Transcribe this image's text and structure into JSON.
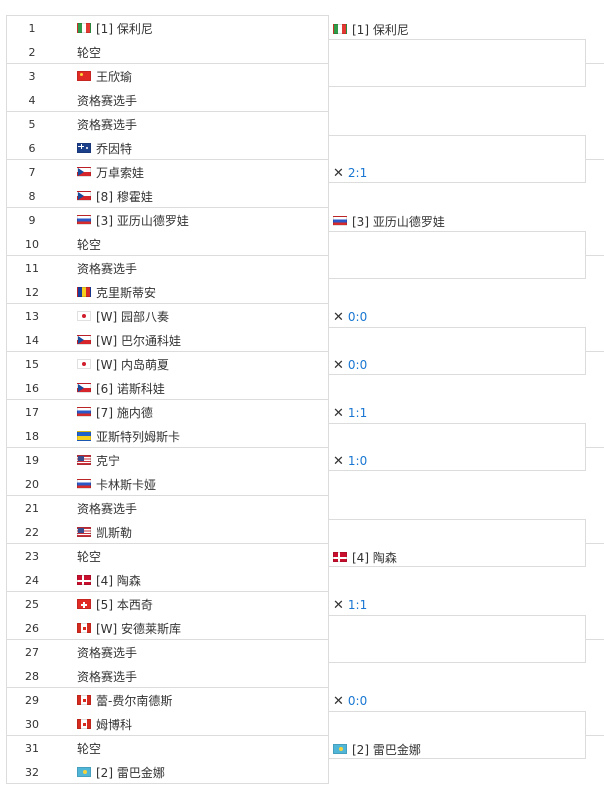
{
  "draw": [
    {
      "seed": "1",
      "flag": "it",
      "name": "[1] 保利尼"
    },
    {
      "seed": "2",
      "flag": "",
      "name": "轮空"
    },
    {
      "seed": "3",
      "flag": "cn",
      "name": "王欣瑜"
    },
    {
      "seed": "4",
      "flag": "",
      "name": "资格赛选手"
    },
    {
      "seed": "5",
      "flag": "",
      "name": "资格赛选手"
    },
    {
      "seed": "6",
      "flag": "au",
      "name": "乔因特"
    },
    {
      "seed": "7",
      "flag": "cz",
      "name": "万卓索娃"
    },
    {
      "seed": "8",
      "flag": "cz",
      "name": "[8] 穆霍娃"
    },
    {
      "seed": "9",
      "flag": "ru",
      "name": "[3] 亚历山德罗娃"
    },
    {
      "seed": "10",
      "flag": "",
      "name": "轮空"
    },
    {
      "seed": "11",
      "flag": "",
      "name": "资格赛选手"
    },
    {
      "seed": "12",
      "flag": "ro",
      "name": "克里斯蒂安"
    },
    {
      "seed": "13",
      "flag": "jp",
      "name": "[W] 园部八奏"
    },
    {
      "seed": "14",
      "flag": "cz",
      "name": "[W] 巴尔通科娃"
    },
    {
      "seed": "15",
      "flag": "jp",
      "name": "[W] 内岛萌夏"
    },
    {
      "seed": "16",
      "flag": "cz",
      "name": "[6] 诺斯科娃"
    },
    {
      "seed": "17",
      "flag": "ru",
      "name": "[7] 施内德"
    },
    {
      "seed": "18",
      "flag": "ua",
      "name": "亚斯特列姆斯卡"
    },
    {
      "seed": "19",
      "flag": "us",
      "name": "克宁"
    },
    {
      "seed": "20",
      "flag": "ru",
      "name": "卡林斯卡娅"
    },
    {
      "seed": "21",
      "flag": "",
      "name": "资格赛选手"
    },
    {
      "seed": "22",
      "flag": "us",
      "name": "凯斯勒"
    },
    {
      "seed": "23",
      "flag": "",
      "name": "轮空"
    },
    {
      "seed": "24",
      "flag": "dk",
      "name": "[4] 陶森"
    },
    {
      "seed": "25",
      "flag": "ch",
      "name": "[5] 本西奇"
    },
    {
      "seed": "26",
      "flag": "ca",
      "name": "[W] 安德莱斯库"
    },
    {
      "seed": "27",
      "flag": "",
      "name": "资格赛选手"
    },
    {
      "seed": "28",
      "flag": "",
      "name": "资格赛选手"
    },
    {
      "seed": "29",
      "flag": "ca",
      "name": "蕾-费尔南德斯"
    },
    {
      "seed": "30",
      "flag": "ca",
      "name": "姆博科"
    },
    {
      "seed": "31",
      "flag": "",
      "name": "轮空"
    },
    {
      "seed": "32",
      "flag": "kz",
      "name": "[2] 雷巴金娜"
    }
  ],
  "round2": [
    {
      "type": "player",
      "flag": "it",
      "text": "[1] 保利尼"
    },
    {
      "type": "none",
      "flag": "",
      "text": ""
    },
    {
      "type": "none",
      "flag": "",
      "text": ""
    },
    {
      "type": "score",
      "flag": "",
      "text": "2:1"
    },
    {
      "type": "player",
      "flag": "ru",
      "text": "[3] 亚历山德罗娃"
    },
    {
      "type": "none",
      "flag": "",
      "text": ""
    },
    {
      "type": "score",
      "flag": "",
      "text": "0:0"
    },
    {
      "type": "score",
      "flag": "",
      "text": "0:0"
    },
    {
      "type": "score",
      "flag": "",
      "text": "1:1"
    },
    {
      "type": "score",
      "flag": "",
      "text": "1:0"
    },
    {
      "type": "none",
      "flag": "",
      "text": ""
    },
    {
      "type": "player",
      "flag": "dk",
      "text": "[4] 陶森"
    },
    {
      "type": "score",
      "flag": "",
      "text": "1:1"
    },
    {
      "type": "none",
      "flag": "",
      "text": ""
    },
    {
      "type": "score",
      "flag": "",
      "text": "0:0"
    },
    {
      "type": "player",
      "flag": "kz",
      "text": "[2] 雷巴金娜"
    }
  ],
  "vs_icon": "crossed-rackets-icon"
}
